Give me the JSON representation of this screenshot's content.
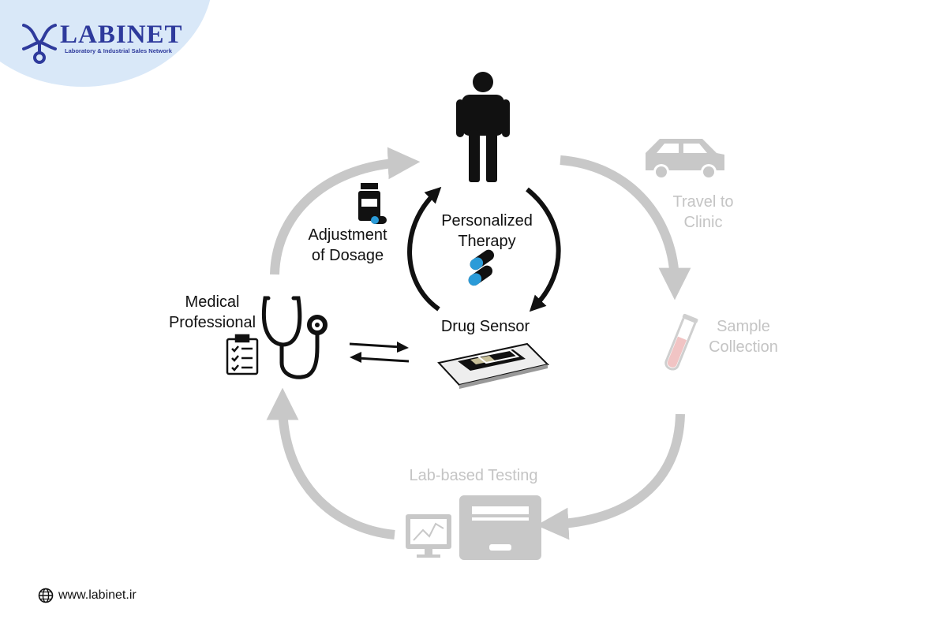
{
  "brand": {
    "name": "LABINET",
    "tagline": "Laboratory & Industrial Sales Network",
    "accent": "#2e3a9c",
    "blob_color": "#d9e8f8"
  },
  "diagram": {
    "nodes": {
      "patient": {
        "icon": "person-icon"
      },
      "therapy": {
        "label_line1": "Personalized",
        "label_line2": "Therapy",
        "icon": "capsules-icon"
      },
      "dosage": {
        "label_line1": "Adjustment",
        "label_line2": "of Dosage",
        "icon": "medicine-bottle-icon"
      },
      "professional": {
        "label_line1": "Medical",
        "label_line2": "Professional",
        "icon": "stethoscope-icon"
      },
      "sensor": {
        "label": "Drug Sensor",
        "icon": "sensor-chip-icon"
      },
      "travel": {
        "label_line1": "Travel to",
        "label_line2": "Clinic",
        "icon": "car-icon"
      },
      "sample": {
        "label_line1": "Sample",
        "label_line2": "Collection",
        "icon": "test-tube-icon"
      },
      "lab": {
        "label": "Lab-based Testing",
        "icon": "lab-analyzer-icon"
      }
    },
    "colors": {
      "active": "#111111",
      "faded": "#c8c8c8",
      "capsule": "#2b9bd8",
      "tube_fill": "#f1c4c4"
    }
  },
  "footer": {
    "website": "www.labinet.ir",
    "icon": "globe-icon"
  }
}
